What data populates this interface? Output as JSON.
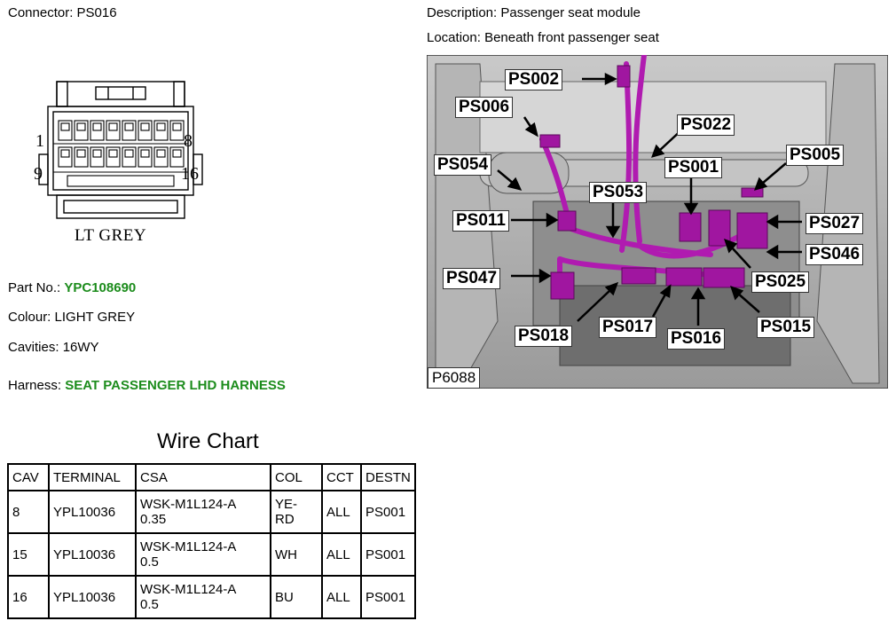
{
  "connector": {
    "label": "Connector:",
    "value": "PS016"
  },
  "description": {
    "label": "Description:",
    "value": "Passenger seat module"
  },
  "location": {
    "label": "Location:",
    "value": "Beneath front passenger seat"
  },
  "diagram": {
    "pin_top_left": "1",
    "pin_top_right": "8",
    "pin_bottom_left": "9",
    "pin_bottom_right": "16",
    "colour_text": "LT GREY"
  },
  "part_no": {
    "label": "Part No.:",
    "value": "YPC108690"
  },
  "colour": {
    "label": "Colour:",
    "value": "LIGHT GREY"
  },
  "cavities": {
    "label": "Cavities:",
    "value": "16WY"
  },
  "harness": {
    "label": "Harness:",
    "value": "SEAT PASSENGER LHD HARNESS"
  },
  "wire_chart": {
    "title": "Wire Chart",
    "headers": [
      "CAV",
      "TERMINAL",
      "CSA",
      "COL",
      "CCT",
      "DESTN"
    ],
    "rows": [
      {
        "cav": "8",
        "terminal": "YPL10036",
        "csa_1": "WSK-M1L124-A",
        "csa_2": "0.35",
        "col_1": "YE-",
        "col_2": "RD",
        "cct": "ALL",
        "destn": "PS001"
      },
      {
        "cav": "15",
        "terminal": "YPL10036",
        "csa_1": "WSK-M1L124-A",
        "csa_2": "0.5",
        "col_1": "WH",
        "col_2": "",
        "cct": "ALL",
        "destn": "PS001"
      },
      {
        "cav": "16",
        "terminal": "YPL10036",
        "csa_1": "WSK-M1L124-A",
        "csa_2": "0.5",
        "col_1": "BU",
        "col_2": "",
        "cct": "ALL",
        "destn": "PS001"
      }
    ]
  },
  "photo": {
    "code": "P6088",
    "callouts": [
      "PS002",
      "PS006",
      "PS022",
      "PS054",
      "PS001",
      "PS005",
      "PS053",
      "PS011",
      "PS027",
      "PS046",
      "PS047",
      "PS025",
      "PS018",
      "PS017",
      "PS016",
      "PS015"
    ],
    "harness_color": "#b01bb0"
  }
}
